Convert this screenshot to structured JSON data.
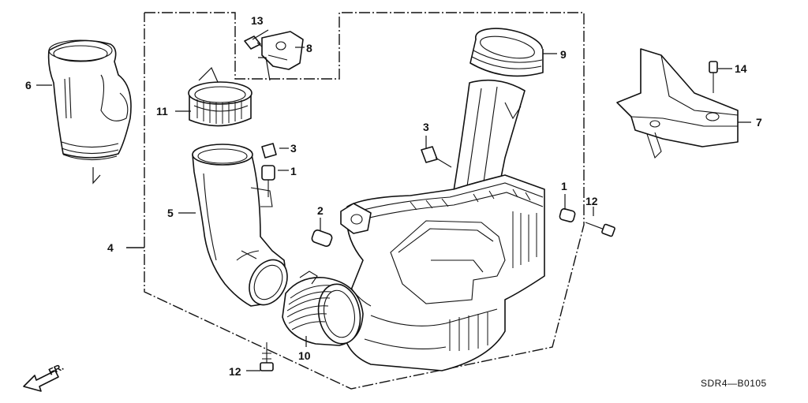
{
  "diagram": {
    "code": "SDR4—B0105",
    "direction_label": "FR.",
    "callouts": [
      {
        "id": "c13",
        "text": "13"
      },
      {
        "id": "c8",
        "text": "8"
      },
      {
        "id": "c9",
        "text": "9"
      },
      {
        "id": "c14",
        "text": "14"
      },
      {
        "id": "c6",
        "text": "6"
      },
      {
        "id": "c11",
        "text": "11"
      },
      {
        "id": "c7",
        "text": "7"
      },
      {
        "id": "c3a",
        "text": "3"
      },
      {
        "id": "c3b",
        "text": "3"
      },
      {
        "id": "c1a",
        "text": "1"
      },
      {
        "id": "c1b",
        "text": "1"
      },
      {
        "id": "c5",
        "text": "5"
      },
      {
        "id": "c2",
        "text": "2"
      },
      {
        "id": "c12a",
        "text": "12"
      },
      {
        "id": "c4",
        "text": "4"
      },
      {
        "id": "c10",
        "text": "10"
      },
      {
        "id": "c12b",
        "text": "12"
      }
    ]
  }
}
